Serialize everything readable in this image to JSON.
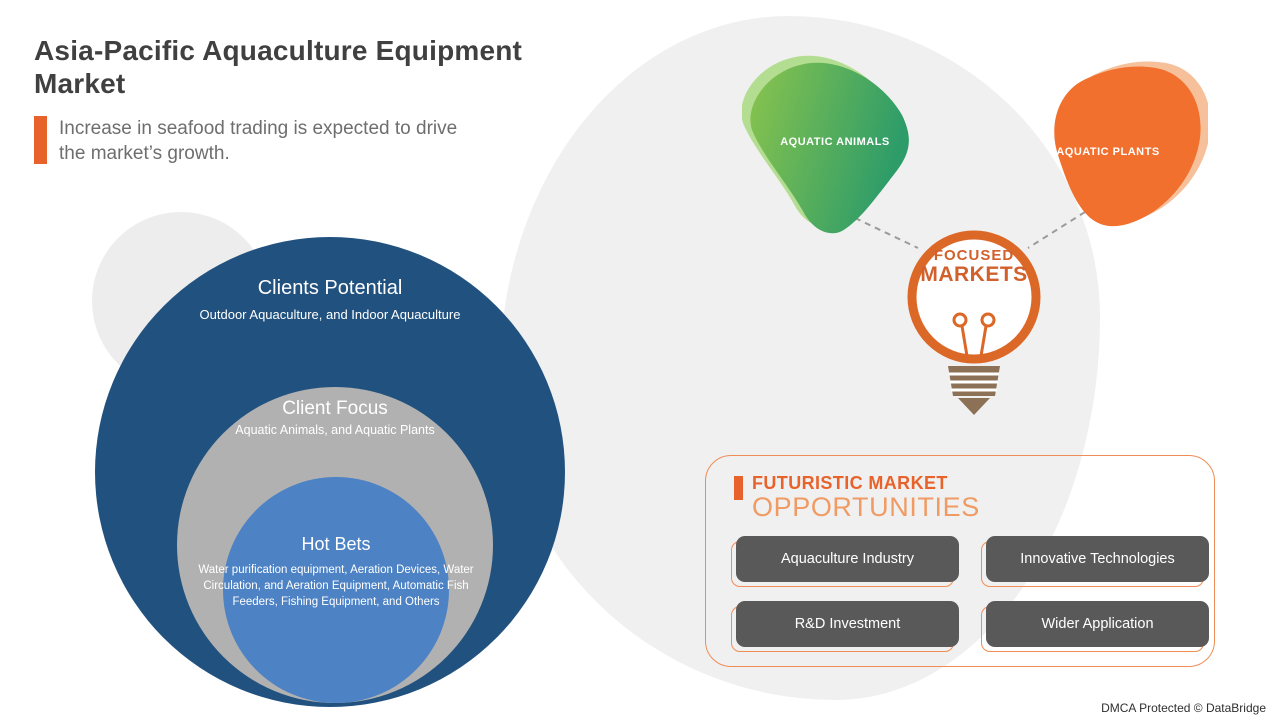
{
  "header": {
    "title": "Asia-Pacific Aquaculture Equipment Market",
    "subtitle": "Increase in seafood trading is expected to drive the market’s growth."
  },
  "venn": {
    "outer": {
      "title": "Clients Potential",
      "desc": "Outdoor Aquaculture, and Indoor Aquaculture"
    },
    "middle": {
      "title": "Client Focus",
      "desc": "Aquatic Animals, and Aquatic Plants"
    },
    "inner": {
      "title": "Hot Bets",
      "desc": "Water purification equipment, Aeration Devices, Water Circulation, and Aeration Equipment, Automatic Fish Feeders, Fishing Equipment, and Others"
    }
  },
  "focused_markets": {
    "left_label": "AQUATIC ANIMALS",
    "right_label": "AQUATIC PLANTS",
    "bulb_line1": "FOCUSED",
    "bulb_line2": "MARKETS"
  },
  "opportunities": {
    "heading_line1": "FUTURISTIC MARKET",
    "heading_line2": "OPPORTUNITIES",
    "items": [
      "Aquaculture Industry",
      "Innovative Technologies",
      "R&D Investment",
      "Wider Application"
    ]
  },
  "footer": {
    "text": "DMCA Protected © DataBridge"
  },
  "colors": {
    "accent_orange": "#e8632c",
    "light_orange_outline": "#ef8d56",
    "navy_circle": "#21517e",
    "gray_circle": "#b1b1b1",
    "blue_circle": "#4d82c4",
    "button_gray": "#595959",
    "blob_green_dark": "#2d9c69",
    "blob_green_light": "#8ac44d",
    "blob_orange": "#f2702e",
    "bulb_orange": "#dc6827",
    "socket_brown": "#8c7156",
    "background_blob": "#f0f0f0"
  }
}
